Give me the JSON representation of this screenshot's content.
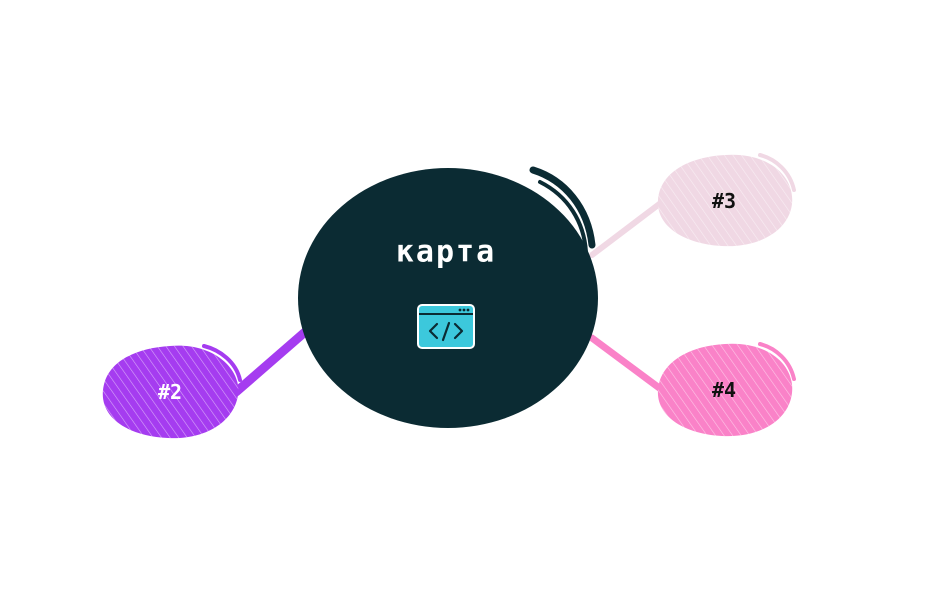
{
  "central": {
    "label": "карта",
    "icon": "code-window-icon",
    "color": "#0b2b33",
    "text_color": "#ffffff",
    "icon_color": "#3cc8dc"
  },
  "branches": [
    {
      "label": "#2",
      "color": "#a53cf0",
      "text_color": "#ffffff"
    },
    {
      "label": "#3",
      "color": "#f0d8e4",
      "text_color": "#111111"
    },
    {
      "label": "#4",
      "color": "#fa82c8",
      "text_color": "#111111"
    }
  ]
}
